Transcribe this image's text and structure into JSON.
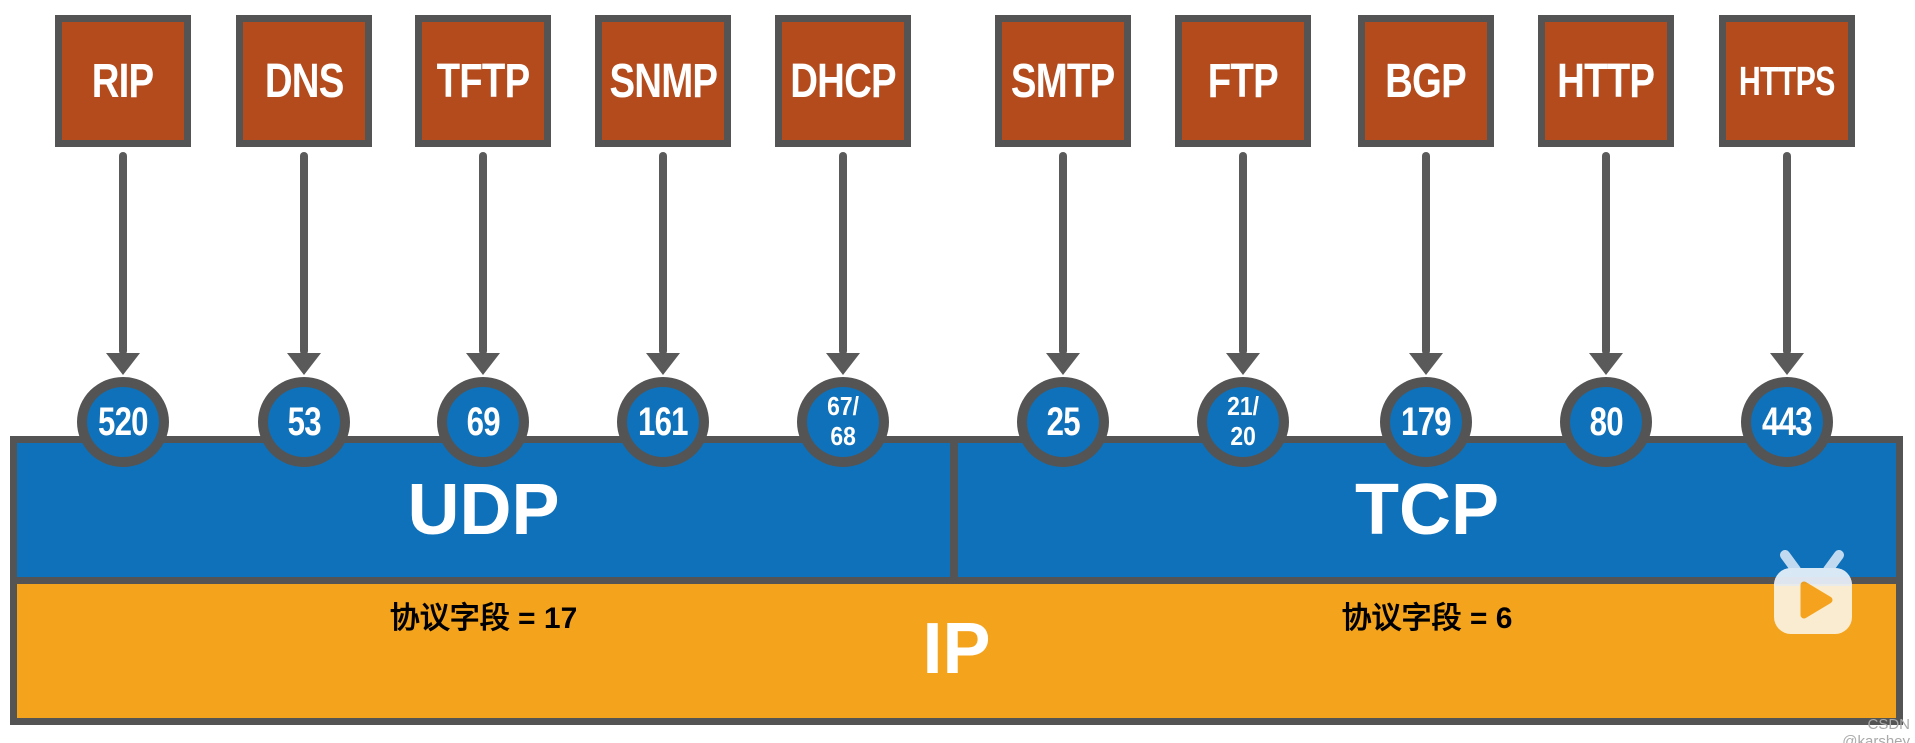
{
  "columns": [
    {
      "app": "RIP",
      "port": "520"
    },
    {
      "app": "DNS",
      "port": "53"
    },
    {
      "app": "TFTP",
      "port": "69"
    },
    {
      "app": "SNMP",
      "port": "161"
    },
    {
      "app": "DHCP",
      "port": "67/\n68"
    },
    {
      "app": "SMTP",
      "port": "25"
    },
    {
      "app": "FTP",
      "port": "21/\n20"
    },
    {
      "app": "BGP",
      "port": "179"
    },
    {
      "app": "HTTP",
      "port": "80"
    },
    {
      "app": "HTTPS",
      "port": "443"
    }
  ],
  "layers": {
    "udp_label": "UDP",
    "tcp_label": "TCP",
    "ip_label": "IP",
    "udp_protocol_field": "协议字段 = 17",
    "tcp_protocol_field": "协议字段 = 6"
  },
  "watermark": "CSDN @karshey",
  "colors": {
    "protocol_box_fill": "#b34b1d",
    "transport_blue": "#0e71ba",
    "ip_orange": "#f4a31c",
    "border_gray": "#545454",
    "play_triangle_orange": "#f6a41f"
  }
}
